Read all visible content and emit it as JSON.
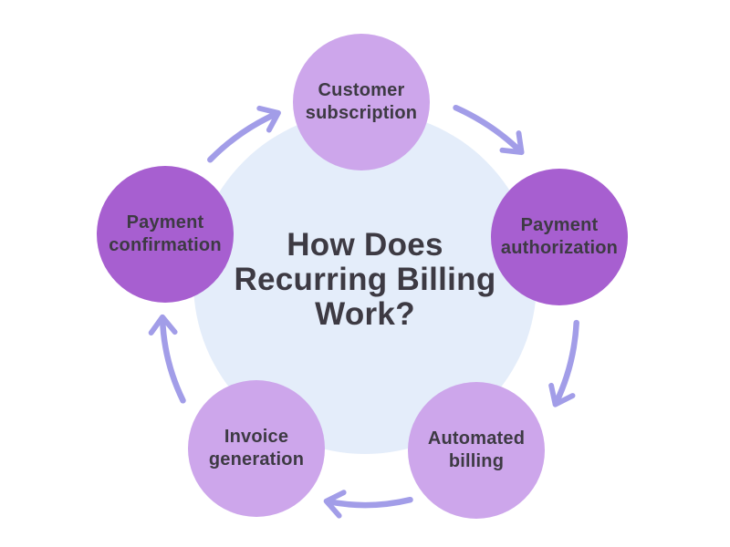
{
  "title": {
    "text": "How Does\nRecurring Billing\nWork?"
  },
  "steps": [
    {
      "id": "customer-subscription",
      "label": "Customer\nsubscription",
      "variant": "light",
      "position": "top",
      "order": 1
    },
    {
      "id": "payment-authorization",
      "label": "Payment\nauthorization",
      "variant": "dark",
      "position": "right",
      "order": 2
    },
    {
      "id": "automated-billing",
      "label": "Automated\nbilling",
      "variant": "light",
      "position": "bottom-right",
      "order": 3
    },
    {
      "id": "invoice-generation",
      "label": "Invoice\ngeneration",
      "variant": "light",
      "position": "bottom-left",
      "order": 4
    },
    {
      "id": "payment-confirmation",
      "label": "Payment\nconfirmation",
      "variant": "dark",
      "position": "left",
      "order": 5
    }
  ],
  "flow_order": [
    "customer-subscription",
    "payment-authorization",
    "automated-billing",
    "invoice-generation",
    "payment-confirmation"
  ],
  "colors": {
    "node_light": "#cda6eb",
    "node_dark": "#a75fd0",
    "center_circle": "#e4edfa",
    "arrow": "#a29de8",
    "text": "#3d3a43",
    "background": "#ffffff"
  }
}
